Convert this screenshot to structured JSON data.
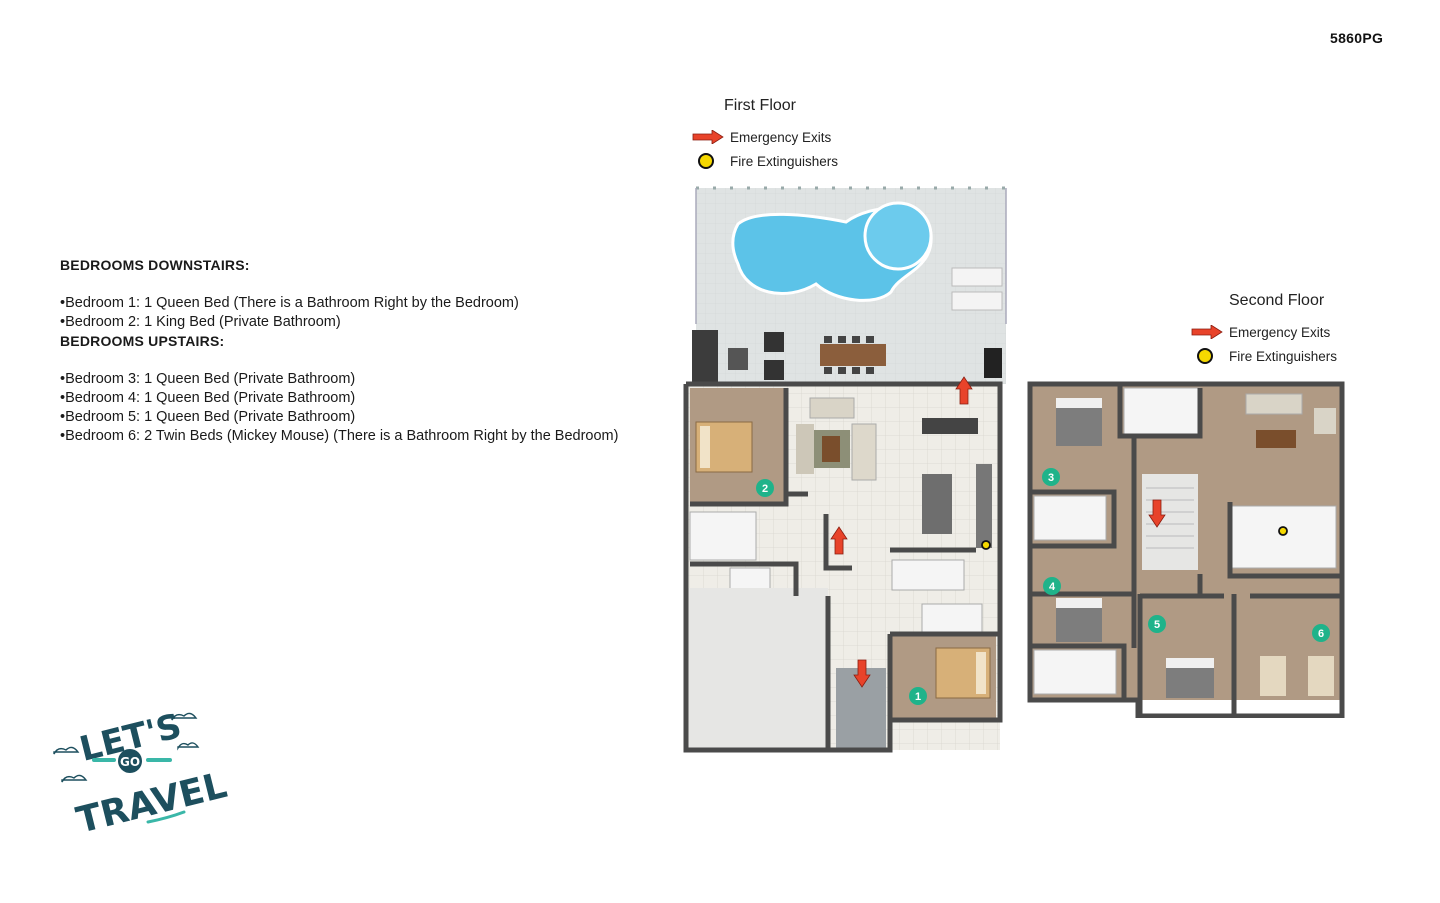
{
  "property_code": "5860PG",
  "bedrooms_downstairs": {
    "heading": "BEDROOMS DOWNSTAIRS:",
    "items": [
      "Bedroom 1: 1 Queen Bed (There is a Bathroom Right by the Bedroom)",
      "Bedroom 2: 1 King Bed (Private Bathroom)"
    ]
  },
  "bedrooms_upstairs": {
    "heading": "BEDROOMS UPSTAIRS:",
    "items": [
      "Bedroom 3: 1 Queen Bed (Private Bathroom)",
      "Bedroom 4: 1 Queen Bed (Private Bathroom)",
      "Bedroom 5: 1 Queen Bed (Private Bathroom)",
      "Bedroom 6: 2 Twin Beds (Mickey Mouse) (There is a Bathroom Right by the Bedroom)"
    ]
  },
  "first_floor": {
    "title": "First Floor",
    "legend_exits": "Emergency Exits",
    "legend_extinguishers": "Fire Extinguishers",
    "bedroom_markers": [
      "1",
      "2"
    ]
  },
  "second_floor": {
    "title": "Second Floor",
    "legend_exits": "Emergency Exits",
    "legend_extinguishers": "Fire Extinguishers",
    "bedroom_markers": [
      "3",
      "4",
      "5",
      "6"
    ]
  },
  "logo": {
    "line1": "LET'S",
    "line2": "GO",
    "line3": "TRAVEL"
  },
  "colors": {
    "exit_arrow": "#e8432a",
    "extinguisher": "#f5d800",
    "marker": "#1fb38a",
    "room_floor": "#b09a84",
    "tile_floor": "#eeece6",
    "pool": "#5cc3e8",
    "wall": "#4a4a4a",
    "logo_dark": "#1d4f5e",
    "logo_teal": "#3ab7a8"
  }
}
